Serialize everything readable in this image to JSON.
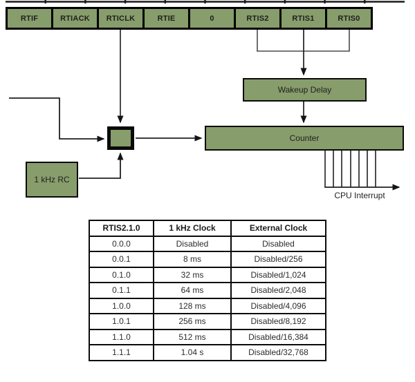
{
  "colors": {
    "box_fill": "#879d6b",
    "line": "#3c3c3c",
    "border": "#0a0a0a"
  },
  "register": {
    "bits": [
      "RTIF",
      "RTIACK",
      "RTICLK",
      "RTIE",
      "0",
      "RTIS2",
      "RTIS1",
      "RTIS0"
    ]
  },
  "blocks": {
    "wakeup_delay": "Wakeup Delay",
    "counter": "Counter",
    "rc_oscillator": "1 kHz RC"
  },
  "labels": {
    "cpu_interrupt": "CPU Interrupt"
  },
  "table": {
    "headers": [
      "RTIS2.1.0",
      "1 kHz Clock",
      "External Clock"
    ],
    "rows": [
      [
        "0.0.0",
        "Disabled",
        "Disabled"
      ],
      [
        "0.0.1",
        "8 ms",
        "Disabled/256"
      ],
      [
        "0.1.0",
        "32 ms",
        "Disabled/1,024"
      ],
      [
        "0.1.1",
        "64 ms",
        "Disabled/2,048"
      ],
      [
        "1.0.0",
        "128 ms",
        "Disabled/4,096"
      ],
      [
        "1.0.1",
        "256 ms",
        "Disabled/8,192"
      ],
      [
        "1.1.0",
        "512 ms",
        "Disabled/16,384"
      ],
      [
        "1.1.1",
        "1.04 s",
        "Disabled/32,768"
      ]
    ]
  }
}
